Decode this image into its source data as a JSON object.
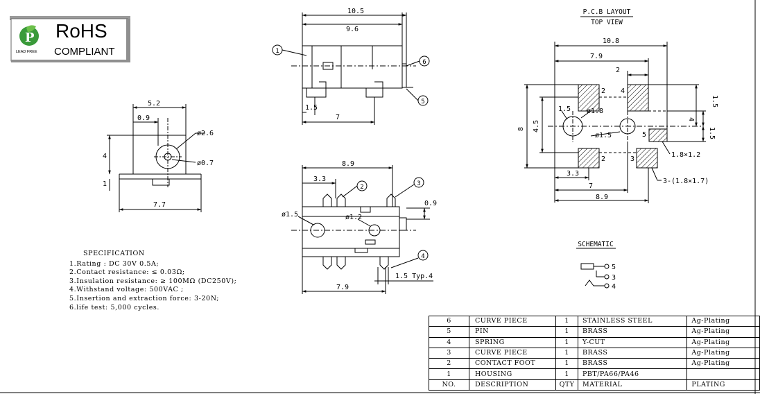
{
  "logo": {
    "title": "RoHS",
    "subtitle": "COMPLIANT",
    "badge_text": "LEAD FREE"
  },
  "front_view": {
    "dims": {
      "width_top": "5.2",
      "inner_offset": "0.9",
      "height": "4",
      "base": "1",
      "width_bottom": "7.7"
    },
    "hole_labels": {
      "outer": "ø2.6",
      "inner": "ø0.7"
    }
  },
  "side_view": {
    "dims": {
      "overall": "10.5",
      "body": "9.6",
      "foot_offset": "1.5",
      "foot_spacing": "7"
    },
    "callouts": [
      "1",
      "6",
      "5"
    ]
  },
  "bottom_view": {
    "dims": {
      "overall": "8.9",
      "pin_offset": "3.3",
      "tab": "0.9",
      "spacing": "7.9",
      "pitch": "1.5 Typ.4"
    },
    "hole_labels": {
      "left": "ø1.5",
      "right": "ø1.2"
    },
    "callouts": [
      "2",
      "3",
      "4"
    ]
  },
  "pcb_layout": {
    "title": "P.C.B LAYOUT",
    "subtitle": "TOP VIEW",
    "dims": {
      "overall": "10.8",
      "inner": "7.9",
      "pad_w": "2",
      "hole_off": "1.5",
      "height": "8",
      "inner_h": "4.5",
      "right_top": "1.5",
      "right_mid": "4",
      "right_small": "1.5",
      "bottom_a": "3.3",
      "bottom_b": "7",
      "bottom_c": "8.9"
    },
    "hole_labels": {
      "large": "ø1.8",
      "small": "ø1.5"
    },
    "pad_numbers": [
      "2",
      "4",
      "5",
      "2",
      "3"
    ],
    "notes": {
      "small_pad": "1.8×1.2",
      "pads": "3-(1.8×1.7)"
    }
  },
  "schematic": {
    "title": "SCHEMATIC",
    "pins": [
      "5",
      "3",
      "4"
    ]
  },
  "specification": {
    "heading": "SPECIFICATION",
    "lines": [
      "1.Rating : DC 30V 0.5A;",
      "2.Contact resistance: ≤ 0.03Ω;",
      "3.Insulation resistance: ≥ 100MΩ (DC250V);",
      "4.Withstand voltage: 500VAC ;",
      "5.Insertion and extraction force: 3-20N;",
      "6.life test: 5,000 cycles."
    ]
  },
  "bom": {
    "rows": [
      [
        "6",
        "CURVE PIECE",
        "1",
        "STAINLESS STEEL",
        "Ag-Plating"
      ],
      [
        "5",
        "PIN",
        "1",
        "BRASS",
        "Ag-Plating"
      ],
      [
        "4",
        "SPRING",
        "1",
        "Y-CUT",
        "Ag-Plating"
      ],
      [
        "3",
        "CURVE PIECE",
        "1",
        "BRASS",
        "Ag-Plating"
      ],
      [
        "2",
        "CONTACT FOOT",
        "1",
        "BRASS",
        "Ag-Plating"
      ],
      [
        "1",
        "HOUSING",
        "1",
        "PBT/PA66/PA46",
        ""
      ]
    ],
    "header": [
      "NO.",
      "DESCRIPTION",
      "QTY",
      "MATERIAL",
      "PLATING"
    ]
  }
}
